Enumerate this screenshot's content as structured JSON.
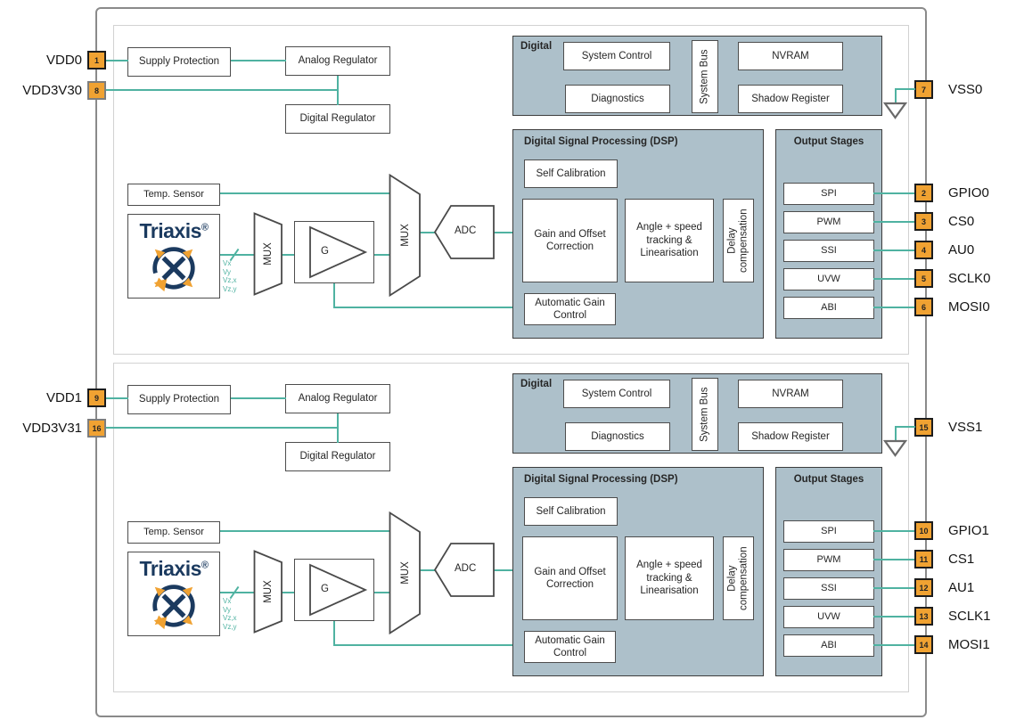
{
  "diagram": {
    "colors": {
      "wire_teal": "#4fb2a1",
      "pin_orange": "#f0a232",
      "block_gray_blue": "#adc0ca",
      "triaxis_navy": "#1b3a5f"
    },
    "blocks": {
      "supply_protection": "Supply Protection",
      "analog_regulator": "Analog Regulator",
      "digital_regulator": "Digital Regulator",
      "temp_sensor": "Temp. Sensor",
      "triaxis_brand": "Triaxis",
      "triaxis_reg": "®",
      "mux": "MUX",
      "gain": "G",
      "adc": "ADC",
      "digital_title": "Digital",
      "system_control": "System Control",
      "diagnostics": "Diagnostics",
      "system_bus": "System Bus",
      "nvram": "NVRAM",
      "shadow_register": "Shadow Register",
      "dsp_title": "Digital Signal Processing (DSP)",
      "self_calibration": "Self Calibration",
      "gain_offset": "Gain and Offset Correction",
      "angle_tracking": "Angle + speed tracking & Linearisation",
      "delay_compensation": "Delay compensation",
      "agc": "Automatic Gain Control",
      "output_stages_title": "Output Stages",
      "output_items": [
        "SPI",
        "PWM",
        "SSI",
        "UVW",
        "ABI"
      ],
      "signal_labels": [
        "Vx",
        "Vy",
        "Vz,x",
        "Vz,y"
      ]
    },
    "channels": [
      {
        "left_pins": [
          {
            "num": "1",
            "label": "VDD0"
          },
          {
            "num": "8",
            "label": "VDD3V30"
          }
        ],
        "vss_pin": {
          "num": "7",
          "label": "VSS0"
        },
        "out_pins": [
          {
            "num": "2",
            "label": "GPIO0"
          },
          {
            "num": "3",
            "label": "CS0"
          },
          {
            "num": "4",
            "label": "AU0"
          },
          {
            "num": "5",
            "label": "SCLK0"
          },
          {
            "num": "6",
            "label": "MOSI0"
          }
        ]
      },
      {
        "left_pins": [
          {
            "num": "9",
            "label": "VDD1"
          },
          {
            "num": "16",
            "label": "VDD3V31"
          }
        ],
        "vss_pin": {
          "num": "15",
          "label": "VSS1"
        },
        "out_pins": [
          {
            "num": "10",
            "label": "GPIO1"
          },
          {
            "num": "11",
            "label": "CS1"
          },
          {
            "num": "12",
            "label": "AU1"
          },
          {
            "num": "13",
            "label": "SCLK1"
          },
          {
            "num": "14",
            "label": "MOSI1"
          }
        ]
      }
    ]
  }
}
